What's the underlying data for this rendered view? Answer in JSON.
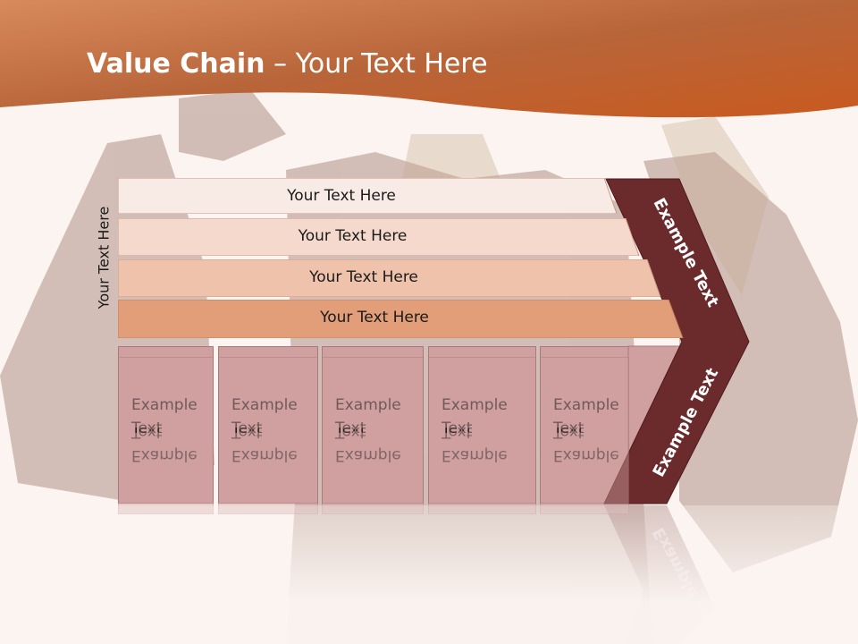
{
  "slide": {
    "title_bold": "Value Chain",
    "title_rest": " – Your Text Here",
    "side_label": "Your Text Here",
    "bars": [
      {
        "label": "Your Text Here"
      },
      {
        "label": "Your Text Here"
      },
      {
        "label": "Your Text Here"
      },
      {
        "label": "Your Text Here"
      }
    ],
    "columns": [
      {
        "line1": "Example",
        "line2": "Text"
      },
      {
        "line1": "Example",
        "line2": "Text"
      },
      {
        "line1": "Example",
        "line2": "Text"
      },
      {
        "line1": "Example",
        "line2": "Text"
      },
      {
        "line1": "Example",
        "line2": "Text"
      }
    ],
    "chevron_upper": "Example Text",
    "chevron_lower": "Example Text",
    "reflection_text": "Example Text"
  },
  "colors": {
    "header": "#cf6a34",
    "bar1": "#f8ebe5",
    "bar2": "#f4d9cc",
    "bar3": "#efc2ab",
    "bar4": "#e29e78",
    "column": "#d09fa0",
    "chevron": "#6b2a2c"
  }
}
